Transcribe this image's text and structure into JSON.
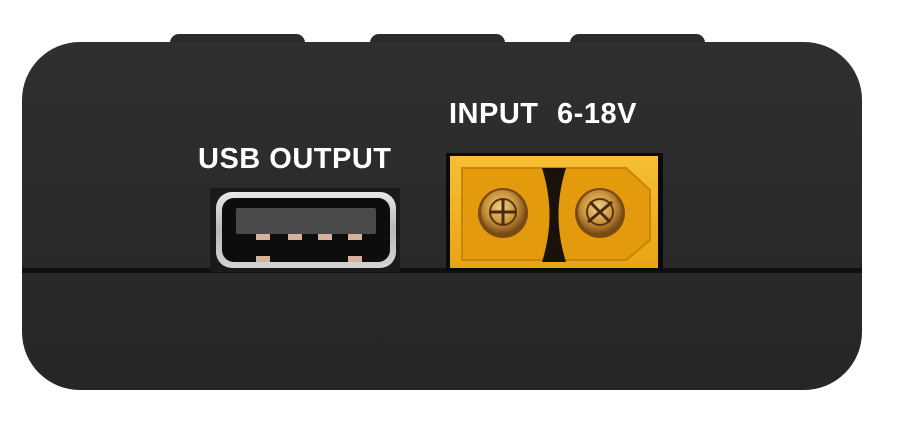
{
  "device": {
    "usb_label": "USB OUTPUT",
    "input_label": "INPUT  6-18V",
    "body_color": "#2b2b2b",
    "connector_color": "#f2b01e",
    "screw_color": "#c8923a"
  },
  "ports": [
    {
      "name": "usb-a-port",
      "label": "USB OUTPUT"
    },
    {
      "name": "xt60-input-connector",
      "label": "INPUT  6-18V"
    }
  ]
}
